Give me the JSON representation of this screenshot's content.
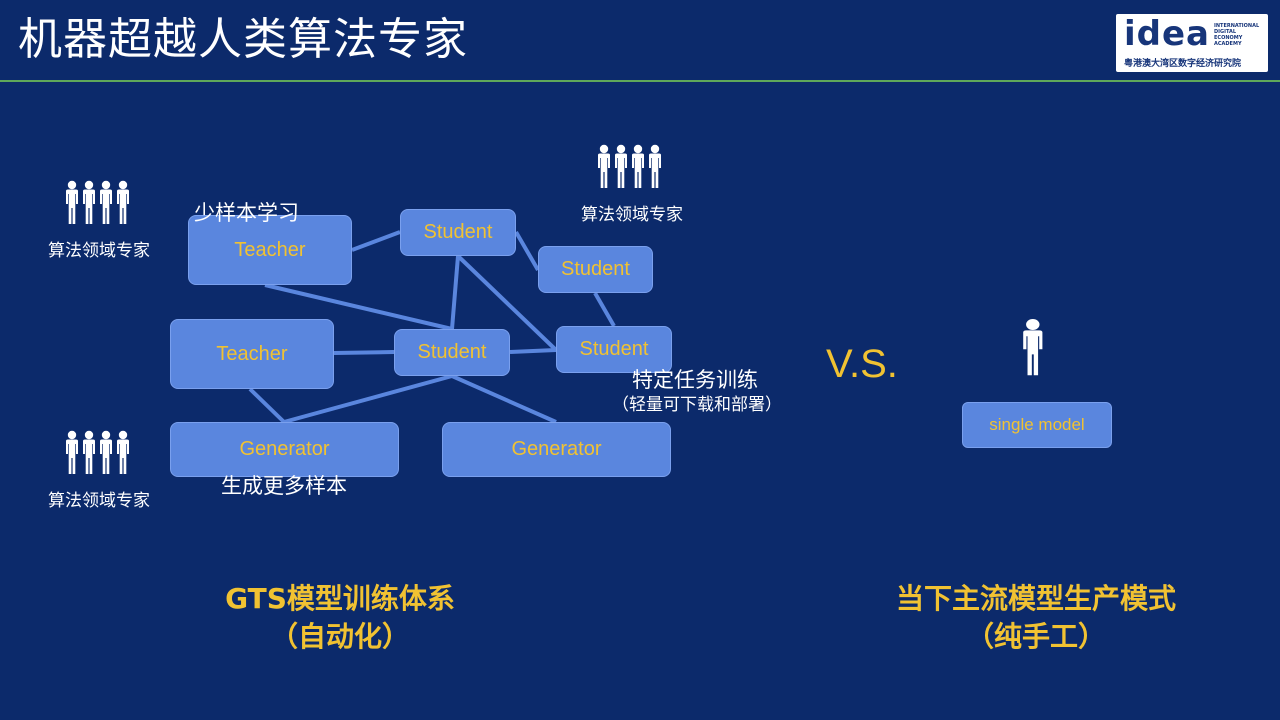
{
  "title": "机器超越人类算法专家",
  "logo": {
    "word": "idea",
    "subtitle_lines": [
      "INTERNATIONAL",
      "DIGITAL",
      "ECONOMY",
      "ACADEMY"
    ],
    "cn": "粤港澳大湾区数字经济研究院"
  },
  "colors": {
    "background": "#0c2a6b",
    "node_fill": "#5a86de",
    "node_text": "#f1c232",
    "link": "#5a86de",
    "caption": "#f1c232",
    "rule": "#5fa85a"
  },
  "diagram": {
    "nodes": [
      {
        "id": "teacher1",
        "label": "Teacher"
      },
      {
        "id": "teacher2",
        "label": "Teacher"
      },
      {
        "id": "student1",
        "label": "Student"
      },
      {
        "id": "student2",
        "label": "Student"
      },
      {
        "id": "student3",
        "label": "Student"
      },
      {
        "id": "student4",
        "label": "Student"
      },
      {
        "id": "generator1",
        "label": "Generator"
      },
      {
        "id": "generator2",
        "label": "Generator"
      }
    ],
    "edges": [
      [
        "teacher1",
        "student1"
      ],
      [
        "teacher1",
        "student3"
      ],
      [
        "teacher2",
        "student3"
      ],
      [
        "teacher2",
        "generator1"
      ],
      [
        "student1",
        "student2"
      ],
      [
        "student1",
        "student3"
      ],
      [
        "student1",
        "student4"
      ],
      [
        "student2",
        "student4"
      ],
      [
        "student3",
        "student4"
      ],
      [
        "student3",
        "generator1"
      ],
      [
        "student3",
        "generator2"
      ]
    ],
    "annotations": {
      "few_shot": "少样本学习",
      "task_training": "特定任务训练",
      "task_training_note": "（轻量可下载和部署）",
      "generate_more": "生成更多样本"
    },
    "experts": [
      {
        "id": "expert-left-top",
        "label": "算法领域专家",
        "icon": "four-people-icon"
      },
      {
        "id": "expert-left-bottom",
        "label": "算法领域专家",
        "icon": "four-people-icon"
      },
      {
        "id": "expert-top",
        "label": "算法领域专家",
        "icon": "four-people-icon"
      }
    ]
  },
  "vs": "V.S.",
  "single": {
    "label": "single model",
    "icon": "single-person-icon"
  },
  "captions": {
    "left_line1": "GTS模型训练体系",
    "left_line2": "（自动化）",
    "right_line1": "当下主流模型生产模式",
    "right_line2": "（纯手工）"
  }
}
